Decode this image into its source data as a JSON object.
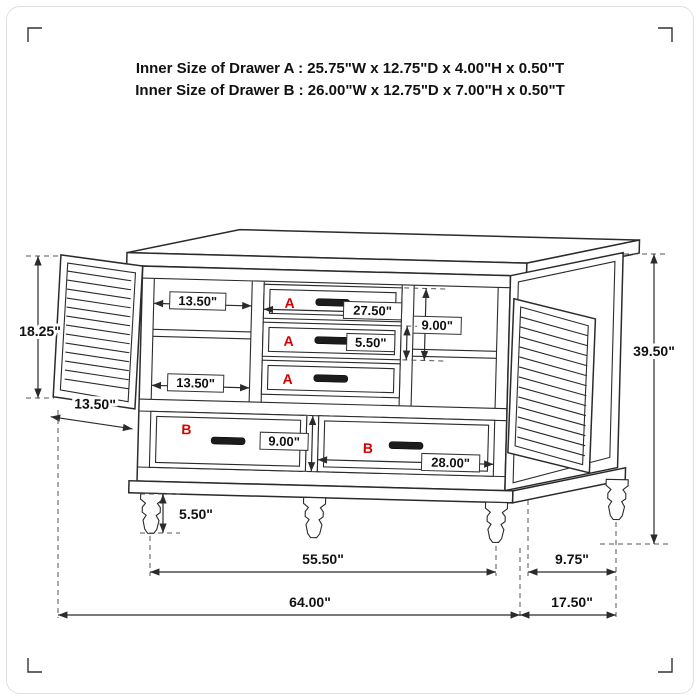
{
  "header": {
    "drawer_a_inner": "Inner Size of Drawer A : 25.75\"W x 12.75\"D x 4.00\"H x 0.50\"T",
    "drawer_b_inner": "Inner Size of Drawer B : 26.00\"W x 12.75\"D x 7.00\"H x 0.50\"T"
  },
  "drawer_labels": {
    "a1": "A",
    "a2": "A",
    "a3": "A",
    "b1": "B",
    "b2": "B"
  },
  "dimensions": {
    "left_door_height": "18.25\"",
    "upper_shelf_width": "13.50\"",
    "lower_shelf_width": "13.50\"",
    "left_door_width": "13.50\"",
    "drawer_a_width": "27.50\"",
    "drawer_a_pair_height": "9.00\"",
    "drawer_a_front_height": "5.50\"",
    "drawer_b_front_height": "9.00\"",
    "drawer_b_width": "28.00\"",
    "foot_height": "5.50\"",
    "overall_height": "39.50\"",
    "feet_span_width": "55.50\"",
    "feet_span_depth": "9.75\"",
    "overall_width": "64.00\"",
    "overall_depth": "17.50\""
  },
  "colors": {
    "line": "#2b2b2b",
    "label_red": "#d40000",
    "background": "#ffffff",
    "frame_border": "#e0e0e0"
  }
}
